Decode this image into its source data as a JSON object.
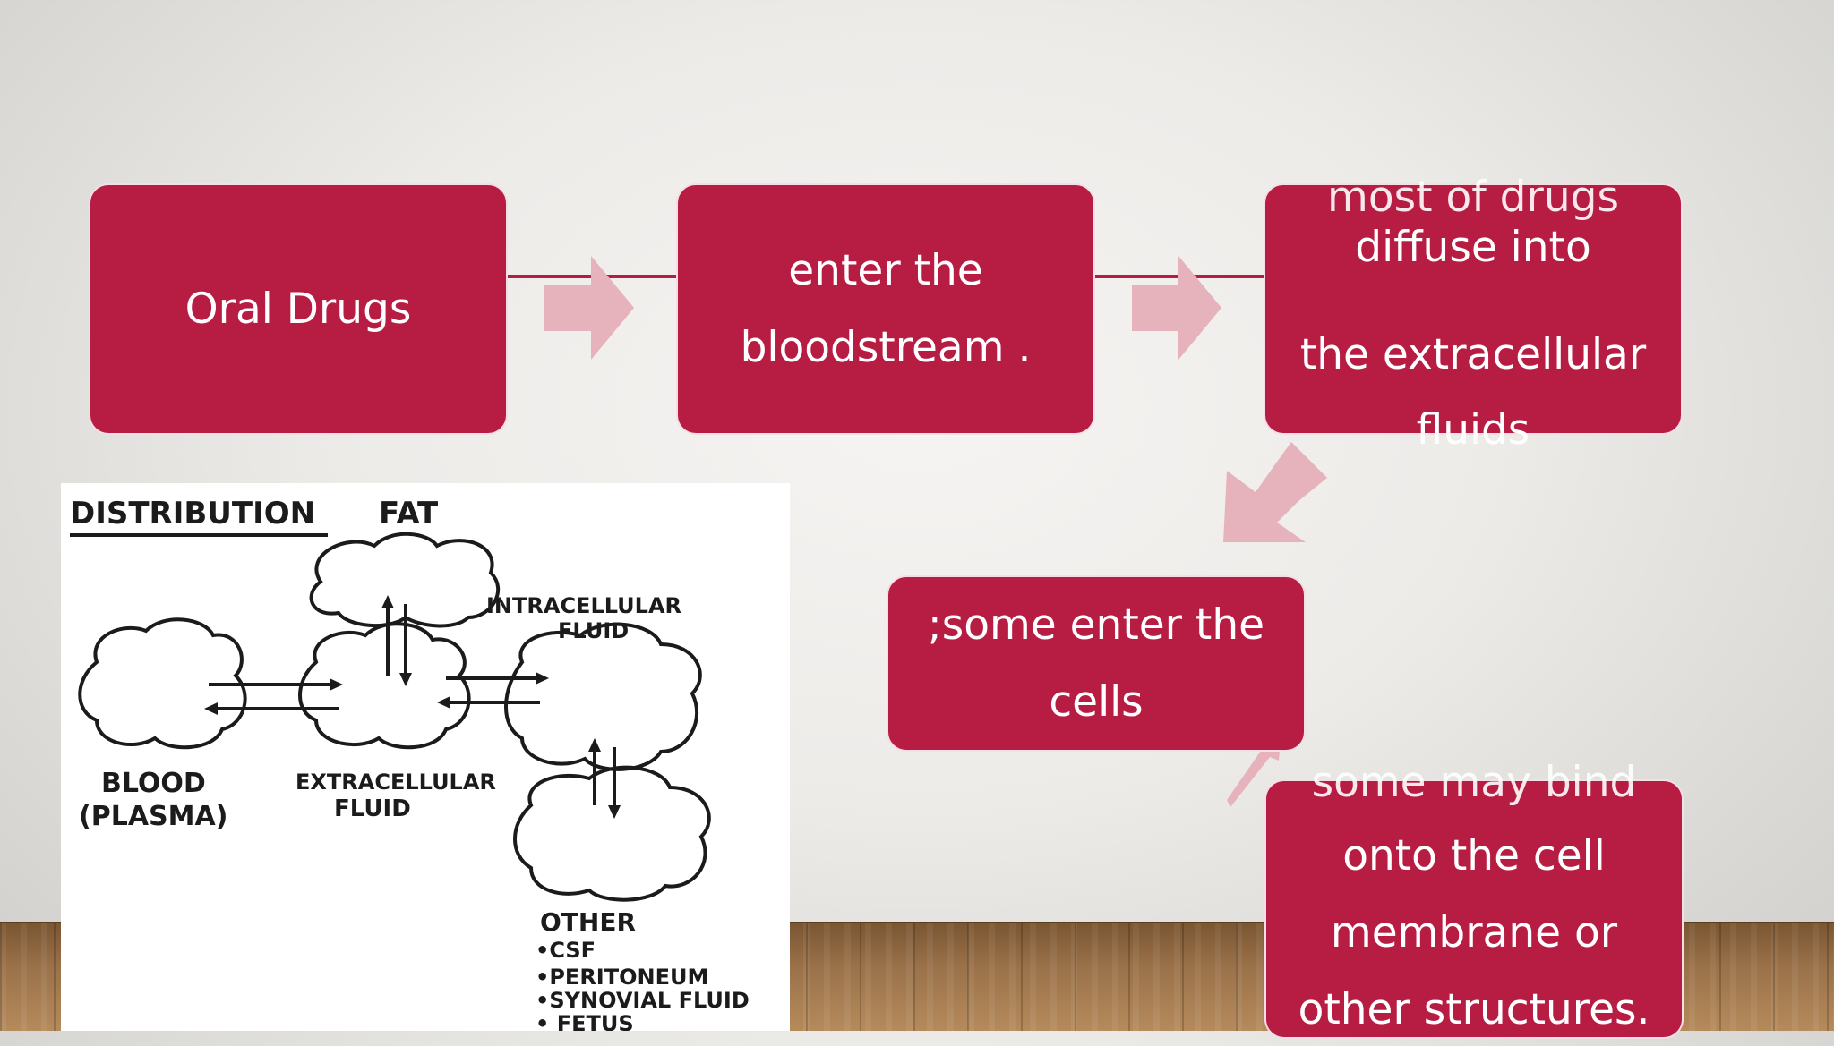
{
  "colors": {
    "box_fill": "#b71c43",
    "arrow_fill": "#e6b3bc",
    "text": "#ffffff"
  },
  "flow": {
    "step1": {
      "line1": "Oral Drugs"
    },
    "step2": {
      "line1": "enter the",
      "line2": "bloodstream ."
    },
    "step3": {
      "line1": "most of drugs",
      "line2": "diffuse into",
      "line3": "the extracellular",
      "line4": "fluids"
    },
    "step4": {
      "line1": ";some enter the",
      "line2": "cells"
    },
    "step5": {
      "line1": "some may bind",
      "line2": "onto the cell",
      "line3": "membrane  or",
      "line4": "other structures."
    }
  },
  "figure": {
    "title": "DISTRIBUTION",
    "fat": "FAT",
    "blood1": "BLOOD",
    "blood2": "(PLASMA)",
    "ecf1": "EXTRACELLULAR",
    "ecf2": "FLUID",
    "icf1": "INTRACELLULAR",
    "icf2": "FLUID",
    "other": "OTHER",
    "other_items": [
      "•CSF",
      "•PERITONEUM",
      "•SYNOVIAL FLUID",
      "• FETUS"
    ]
  }
}
